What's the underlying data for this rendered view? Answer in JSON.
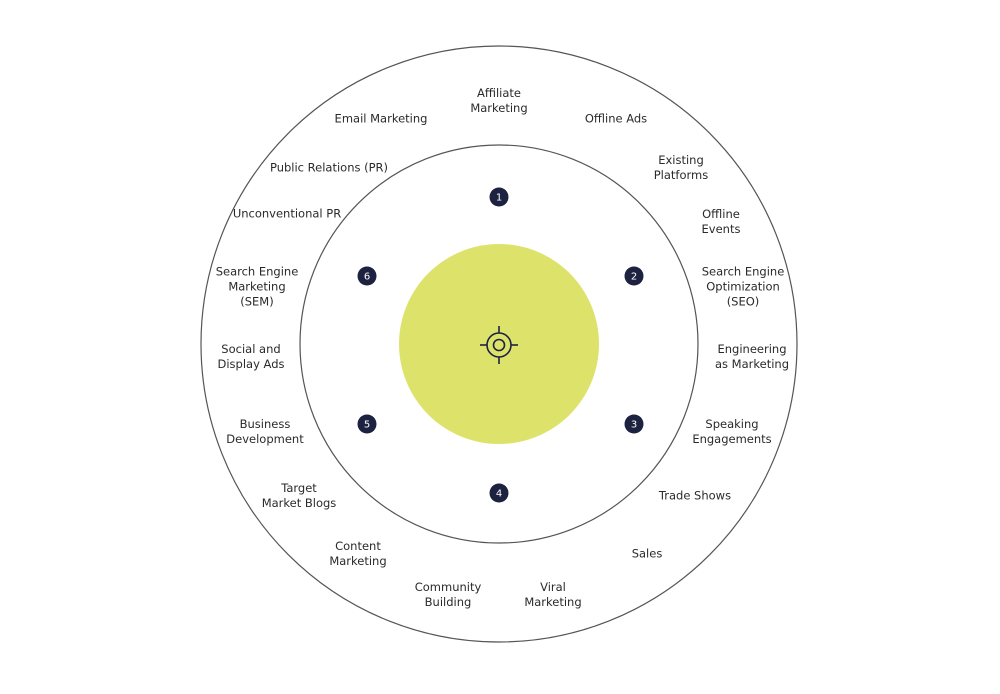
{
  "colors": {
    "ring_stroke": "#555555",
    "center_fill": "#dde36a",
    "badge_fill": "#1c2240",
    "badge_text": "#ffffff",
    "text": "#2a2a2a",
    "target_icon": "#1c2240"
  },
  "center": {
    "icon": "target-crosshair-icon"
  },
  "stages": [
    "1",
    "2",
    "3",
    "4",
    "5",
    "6"
  ],
  "channels": [
    {
      "lines": [
        "Affiliate",
        "Marketing"
      ]
    },
    {
      "lines": [
        "Offline Ads"
      ]
    },
    {
      "lines": [
        "Existing",
        "Platforms"
      ]
    },
    {
      "lines": [
        "Offline",
        "Events"
      ]
    },
    {
      "lines": [
        "Search Engine",
        "Optimization",
        "(SEO)"
      ]
    },
    {
      "lines": [
        "Engineering",
        "as Marketing"
      ]
    },
    {
      "lines": [
        "Speaking",
        "Engagements"
      ]
    },
    {
      "lines": [
        "Trade Shows"
      ]
    },
    {
      "lines": [
        "Sales"
      ]
    },
    {
      "lines": [
        "Viral",
        "Marketing"
      ]
    },
    {
      "lines": [
        "Community",
        "Building"
      ]
    },
    {
      "lines": [
        "Content",
        "Marketing"
      ]
    },
    {
      "lines": [
        "Target",
        "Market Blogs"
      ]
    },
    {
      "lines": [
        "Business",
        "Development"
      ]
    },
    {
      "lines": [
        "Social and",
        "Display Ads"
      ]
    },
    {
      "lines": [
        "Search Engine",
        "Marketing",
        "(SEM)"
      ]
    },
    {
      "lines": [
        "Unconventional PR"
      ]
    },
    {
      "lines": [
        "Public Relations (PR)"
      ]
    },
    {
      "lines": [
        "Email Marketing"
      ]
    }
  ]
}
